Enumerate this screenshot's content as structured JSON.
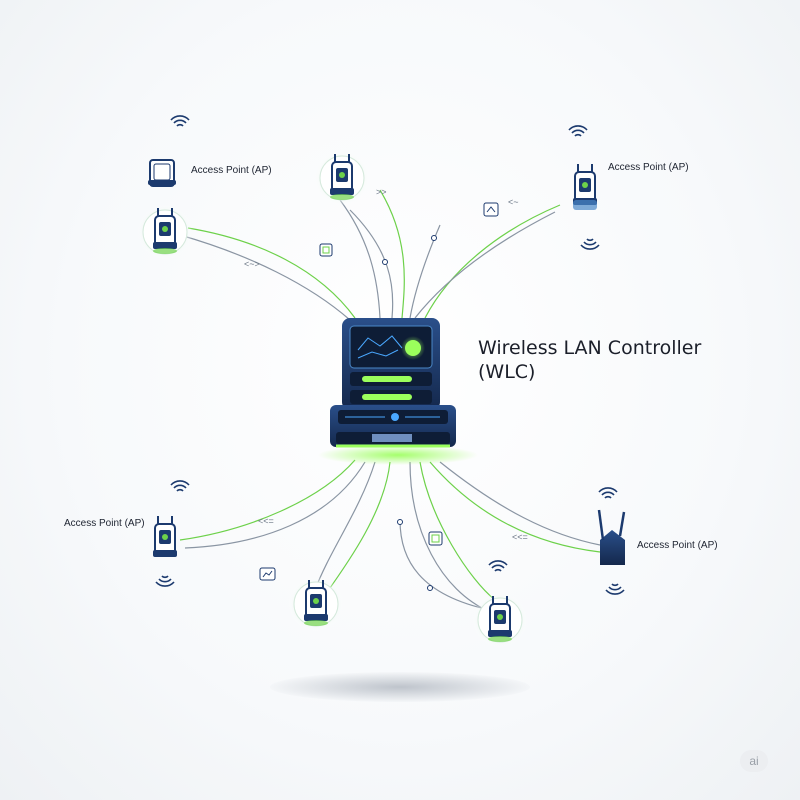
{
  "controller": {
    "title_line1": "Wireless LAN Controller",
    "title_line2": "(WLC)"
  },
  "access_point_label": "Access Point (AP)",
  "badge_text": "ai",
  "colors": {
    "navy": "#1c3a6e",
    "green": "#6dd14a",
    "link_gray": "#8a95a3"
  }
}
